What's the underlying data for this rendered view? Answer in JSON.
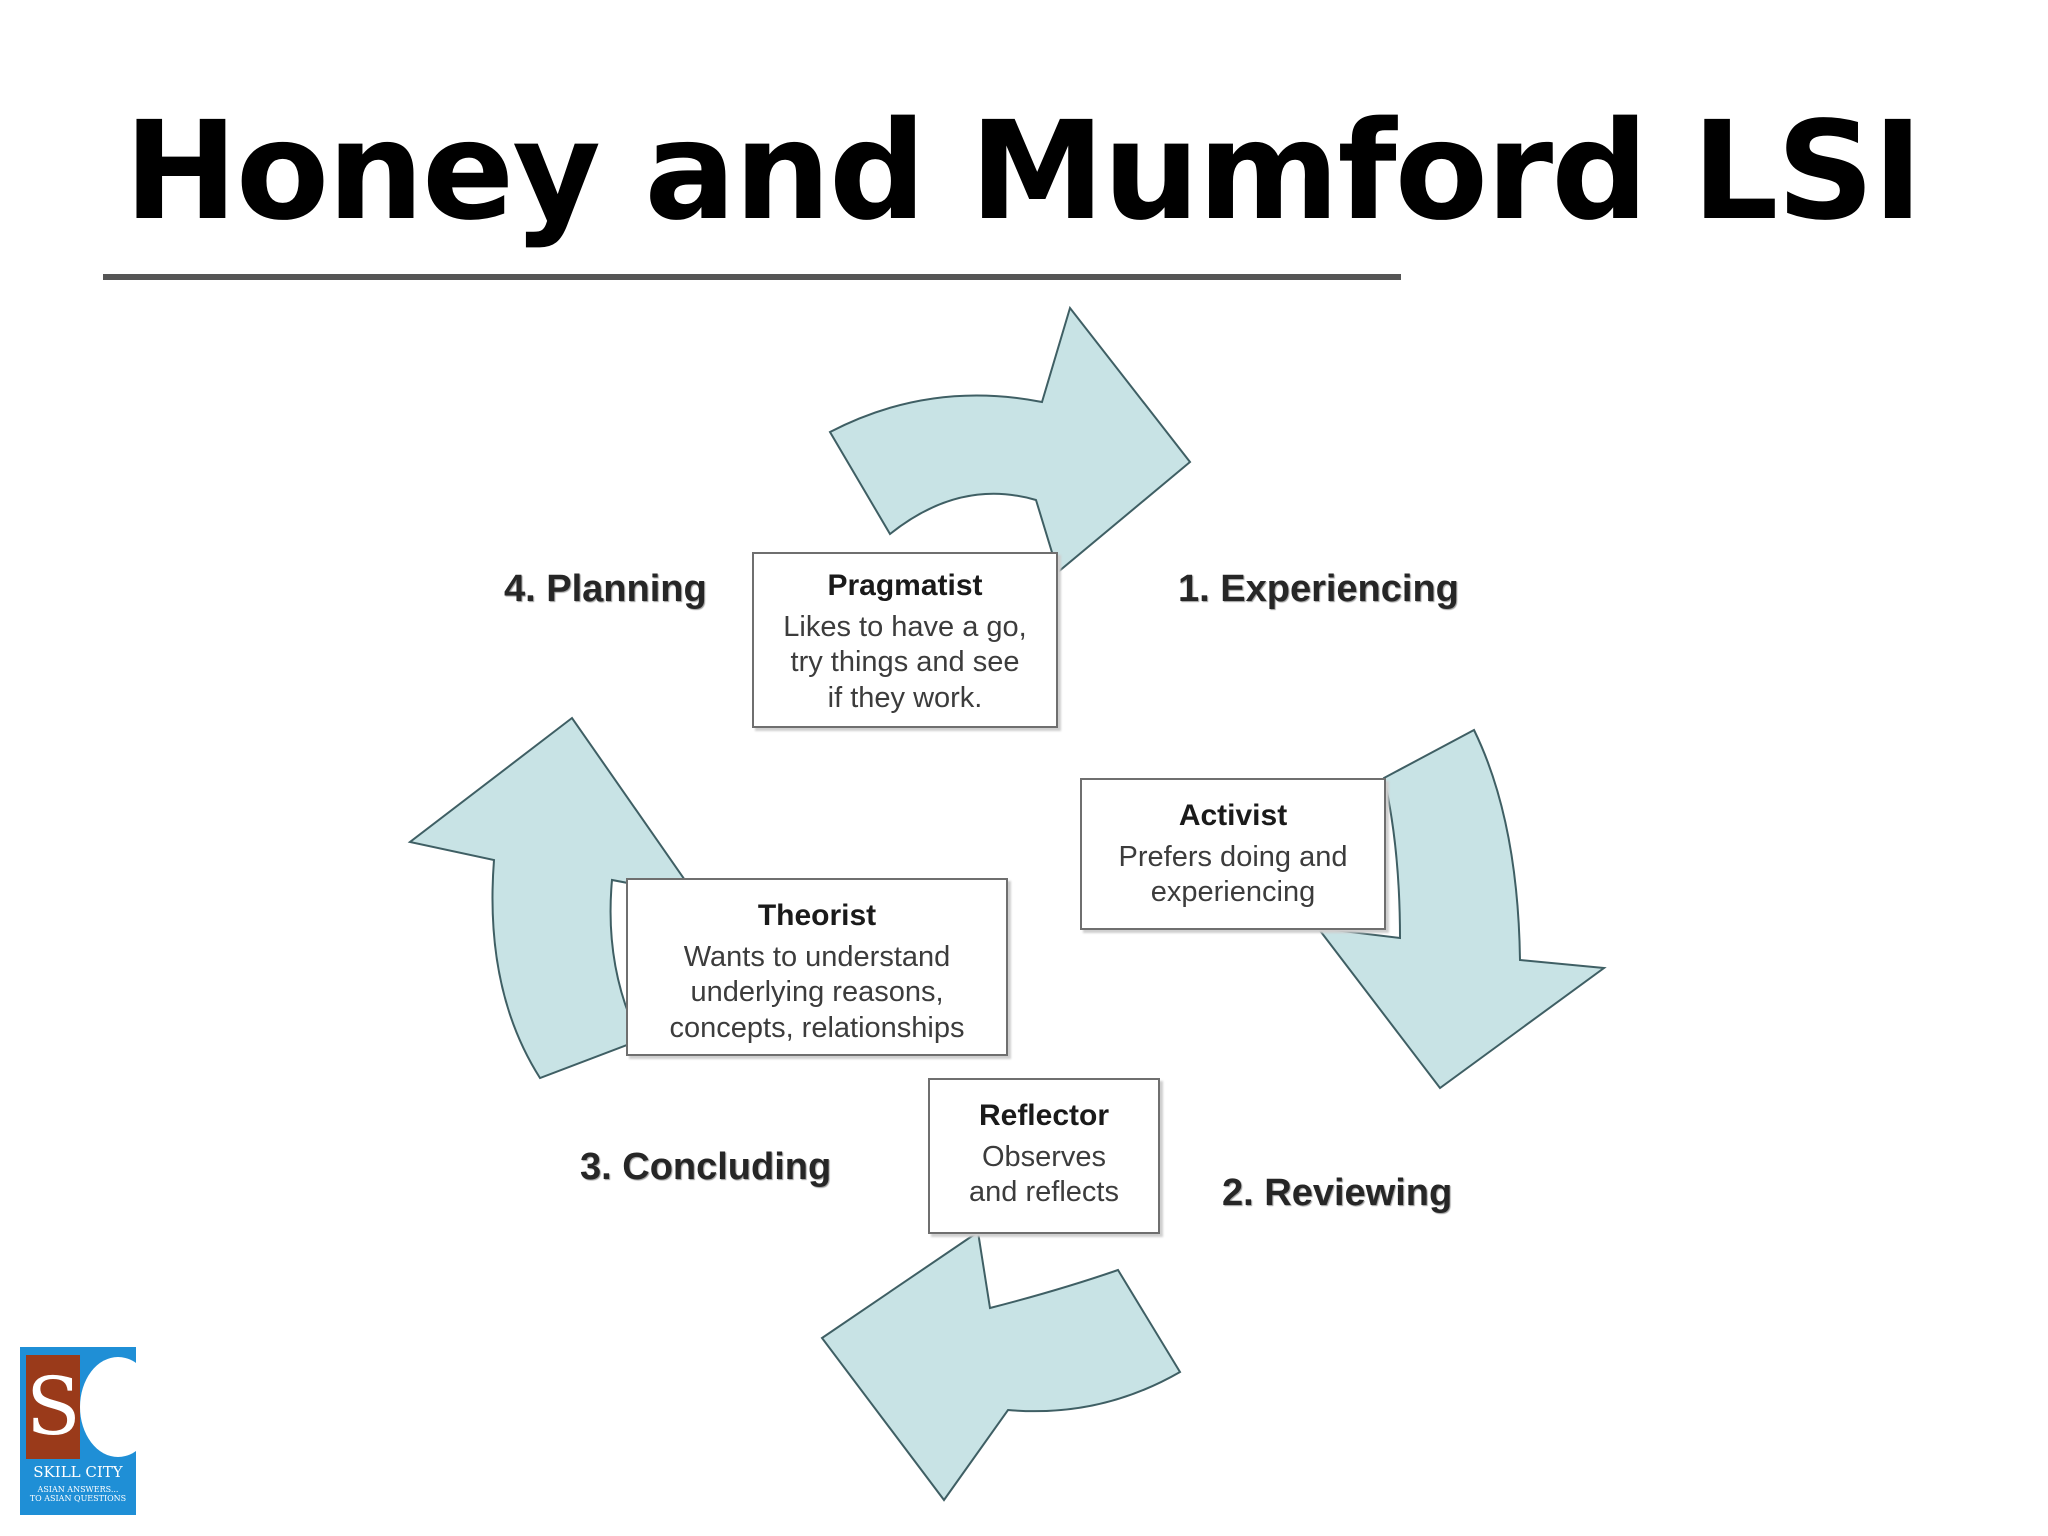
{
  "title": "Honey and Mumford LSI",
  "stages": {
    "experiencing": "1. Experiencing",
    "reviewing": "2. Reviewing",
    "concluding": "3. Concluding",
    "planning": "4. Planning"
  },
  "styles": {
    "pragmatist": {
      "name": "Pragmatist",
      "lines": [
        "Likes to have a go,",
        "try things and see",
        "if they work."
      ]
    },
    "activist": {
      "name": "Activist",
      "lines": [
        "Prefers doing and",
        "experiencing"
      ]
    },
    "theorist": {
      "name": "Theorist",
      "lines": [
        "Wants to understand",
        "underlying reasons,",
        "concepts, relationships"
      ]
    },
    "reflector": {
      "name": "Reflector",
      "lines": [
        "Observes",
        "and reflects"
      ]
    }
  },
  "logo": {
    "letter": "S",
    "name": "SKILL CITY",
    "tagline": [
      "ASIAN ANSWERS...",
      "TO ASIAN QUESTIONS"
    ]
  },
  "colors": {
    "arrow_fill": "#c8e3e5",
    "arrow_stroke": "#3f5f64",
    "logo_blue": "#1f8fd6",
    "logo_brown": "#9a3a1a"
  }
}
